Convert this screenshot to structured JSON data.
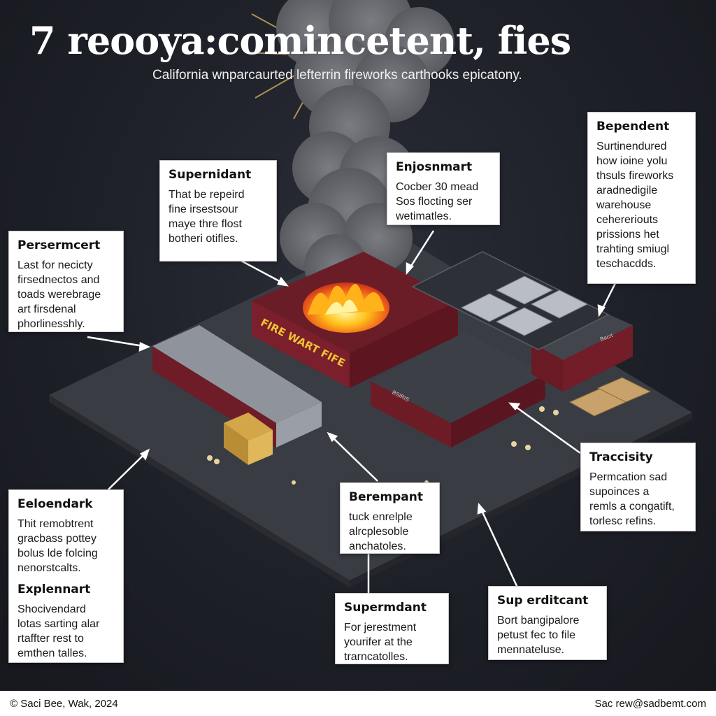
{
  "header": {
    "title": "7 reooya:comincetent, fies",
    "subtitle": "California wnparcaurted lefterrin fireworks carthooks epicatony."
  },
  "building": {
    "sign_text": "FIRE WART FIFE",
    "small_sign_a": "BSIRIS",
    "small_sign_b": "Bacrt"
  },
  "callouts": {
    "supernidant": {
      "title": "Supernidant",
      "body": "That be repeird\nfine irsestsour\nmaye thre flost\nbotheri otifles."
    },
    "enjosnmart": {
      "title": "Enjosnmart",
      "body": "Cocber 30 mead\nSos flocting ser\nwetimatles."
    },
    "bependent": {
      "title": "Bependent",
      "body": "Surtinendured\nhow ioine yolu\nthsuls fireworks\naradnedigile\nwarehouse\ncehereriouts\nprissions het\ntrahting smiugl\nteschacdds."
    },
    "persermcert": {
      "title": "Persermcert",
      "body": "Last for necicty\nfirsednectos and\ntoads werebrage\nart firsdenal\nphorlinesshly."
    },
    "eeloendark": {
      "title": "Eeloendark",
      "body": "Thit remobtrent\ngracbass pottey\nbolus lde folcing\nnenorstcalts."
    },
    "explennart": {
      "title": "Explennart",
      "body": "Shocivendard\nlotas sarting alar\nrtaffter rest to\nemthen talles."
    },
    "berempant": {
      "title": "Berempant",
      "body": "tuck enrelple\nalrcplesoble\nanchatoles."
    },
    "supermdant": {
      "title": "Supermdant",
      "body": "For jerestment\nyourifer at the\ntrarncatolles."
    },
    "tracsicity": {
      "title": "Traccisity",
      "body": "Permcation sad\nsupoinces a\nremls a congatift,\ntorlesc refins."
    },
    "superfitcant": {
      "title": "Sup erditcant",
      "body": "Bort bangipalore\npetust fec to file\nmennateluse."
    }
  },
  "footer": {
    "left": "© Saci Bee, Wak, 2024",
    "right": "Sac rew@sadbemt.com"
  },
  "colors": {
    "background": "#1e2028",
    "building_red": "#7a1f2b",
    "roof_dark": "#3d3f47",
    "fire": "#f7a21b",
    "smoke": "#5e6066",
    "sign_yellow": "#f2c230"
  }
}
